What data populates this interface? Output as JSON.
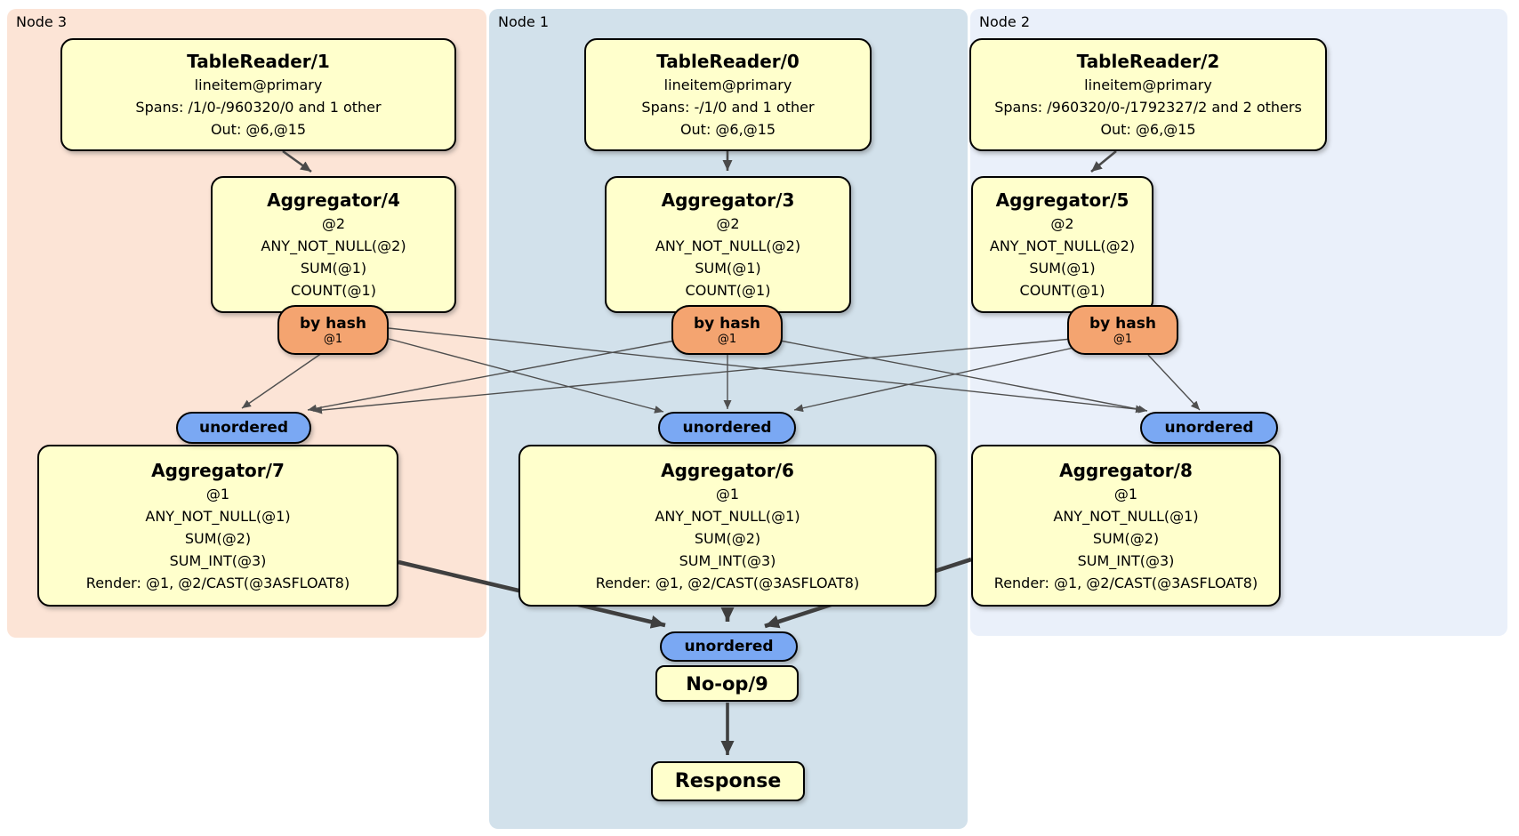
{
  "regions": {
    "node3": {
      "label": "Node 3"
    },
    "node1": {
      "label": "Node 1"
    },
    "node2": {
      "label": "Node 2"
    }
  },
  "processors": {
    "tablereader1": {
      "title": "TableReader/1",
      "table": "lineitem@primary",
      "spans": "Spans: /1/0-/960320/0 and 1 other",
      "out": "Out: @6,@15"
    },
    "tablereader0": {
      "title": "TableReader/0",
      "table": "lineitem@primary",
      "spans": "Spans: -/1/0 and 1 other",
      "out": "Out: @6,@15"
    },
    "tablereader2": {
      "title": "TableReader/2",
      "table": "lineitem@primary",
      "spans": "Spans: /960320/0-/1792327/2 and 2 others",
      "out": "Out: @6,@15"
    },
    "aggregator4": {
      "title": "Aggregator/4"
    },
    "aggregator3": {
      "title": "Aggregator/3"
    },
    "aggregator5": {
      "title": "Aggregator/5"
    },
    "aggregator7": {
      "title": "Aggregator/7"
    },
    "aggregator6": {
      "title": "Aggregator/6"
    },
    "aggregator8": {
      "title": "Aggregator/8"
    },
    "noop9": {
      "title": "No-op/9"
    },
    "response": {
      "title": "Response"
    }
  },
  "agg_top_lines": [
    "@2",
    "ANY_NOT_NULL(@2)",
    "SUM(@1)",
    "COUNT(@1)"
  ],
  "agg_bottom_lines": [
    "@1",
    "ANY_NOT_NULL(@1)",
    "SUM(@2)",
    "SUM_INT(@3)",
    "Render: @1, @2/CAST(@3ASFLOAT8)"
  ],
  "router": {
    "label": "by hash",
    "detail": "@1"
  },
  "sync": {
    "label": "unordered"
  },
  "colors": {
    "node3_bg": "#fce4d6",
    "node1_bg": "#d2e1eb",
    "node2_bg": "#eaf0fa",
    "processor_bg": "#ffffcc",
    "router_bg": "#f4a470",
    "sync_bg": "#7aa8f3",
    "edge": "#4f4f4f"
  }
}
